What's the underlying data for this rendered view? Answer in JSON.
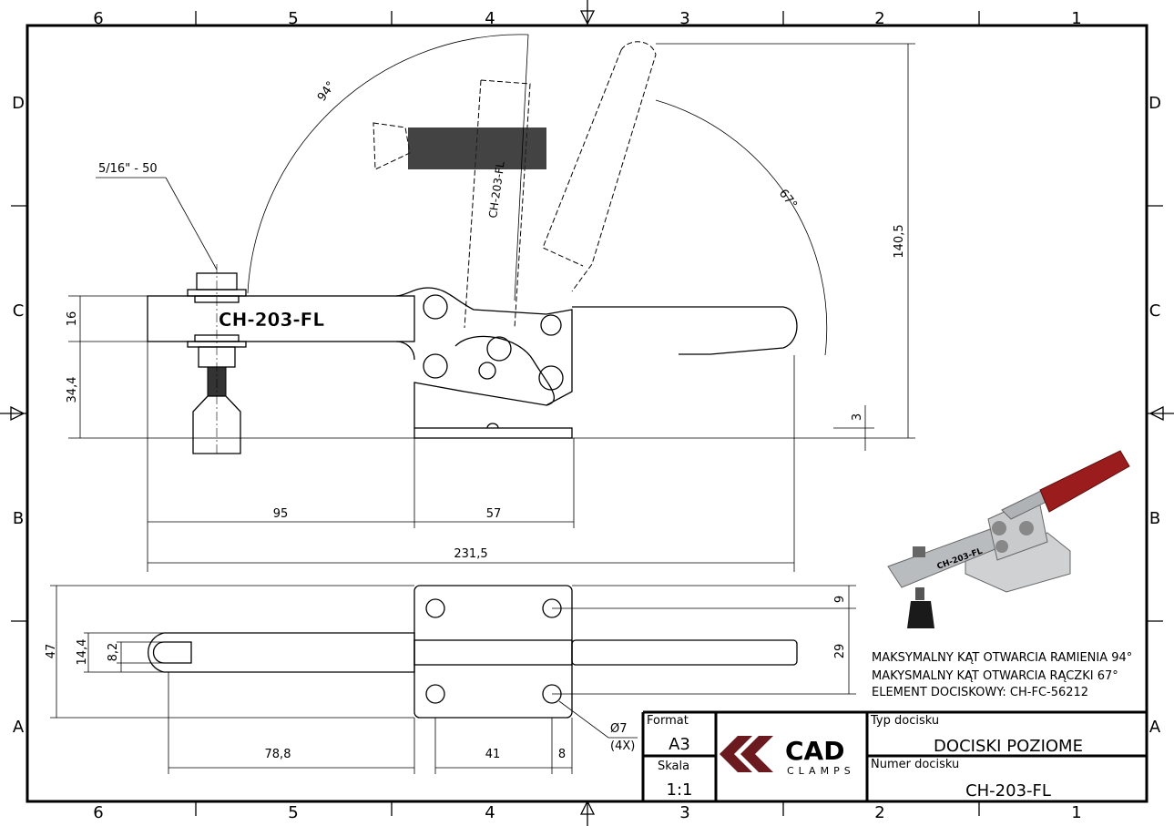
{
  "zones": {
    "columns": [
      "6",
      "5",
      "4",
      "3",
      "2",
      "1"
    ],
    "rows": [
      "D",
      "C",
      "B",
      "A"
    ]
  },
  "side_view": {
    "engraving": "CH-203-FL",
    "thread_callout": "5/16\" - 50",
    "dims": {
      "arm_height": "16",
      "spindle_height": "34,4",
      "arm_length": "95",
      "base_length": "57",
      "overall_length": "231,5",
      "overall_height": "140,5",
      "base_offset": "3",
      "arm_angle": "94°",
      "handle_angle": "67°"
    }
  },
  "top_view": {
    "dims": {
      "width": "47",
      "slot_outer": "14,4",
      "slot_inner": "8,2",
      "hole_edge": "9",
      "hole_spacing_y": "29",
      "slot_length": "78,8",
      "hole_spacing_x": "41",
      "hole_edge_x": "8",
      "hole_diameter": "Ø7",
      "hole_count": "(4X)"
    }
  },
  "notes": [
    "MAKSYMALNY KĄT OTWARCIA RAMIENIA 94°",
    "MAKYSMALNY KĄT OTWARCIA RĄCZKI 67°",
    "ELEMENT DOCISKOWY: CH-FC-56212"
  ],
  "title_block": {
    "format_label": "Format",
    "format_value": "A3",
    "scale_label": "Skala",
    "scale_value": "1:1",
    "logo_text": "CAD",
    "logo_sub": "CLAMPS",
    "type_label": "Typ docisku",
    "type_value": "DOCISKI POZIOME",
    "number_label": "Numer docisku",
    "number_value": "CH-203-FL"
  },
  "colors": {
    "brand": "#6b1a1f",
    "handle_red": "#9b1c1c"
  }
}
